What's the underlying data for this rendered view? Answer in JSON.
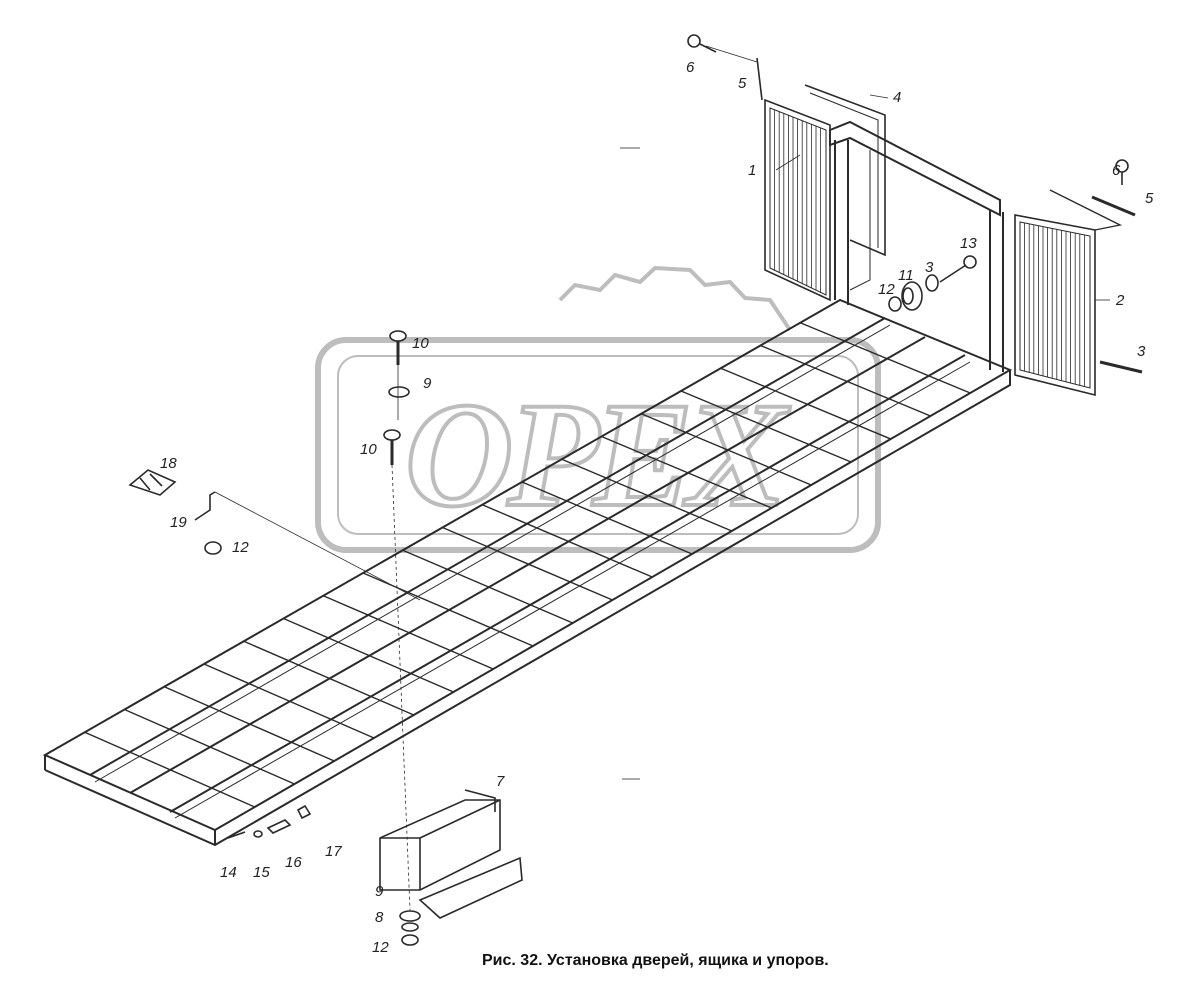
{
  "caption": "Рис. 32. Установка дверей, ящика и упоров.",
  "watermark": {
    "text": "OPEX",
    "color": "#bdbdbd"
  },
  "line_color": "#2a2a2a",
  "callouts": [
    {
      "id": "c1",
      "text": "1"
    },
    {
      "id": "c2",
      "text": "2"
    },
    {
      "id": "c3a",
      "text": "3"
    },
    {
      "id": "c3b",
      "text": "3"
    },
    {
      "id": "c4",
      "text": "4"
    },
    {
      "id": "c5a",
      "text": "5"
    },
    {
      "id": "c5b",
      "text": "5"
    },
    {
      "id": "c6a",
      "text": "6"
    },
    {
      "id": "c6b",
      "text": "6"
    },
    {
      "id": "c7",
      "text": "7"
    },
    {
      "id": "c8",
      "text": "8"
    },
    {
      "id": "c9a",
      "text": "9"
    },
    {
      "id": "c9b",
      "text": "9"
    },
    {
      "id": "c10a",
      "text": "10"
    },
    {
      "id": "c10b",
      "text": "10"
    },
    {
      "id": "c11",
      "text": "11"
    },
    {
      "id": "c12a",
      "text": "12"
    },
    {
      "id": "c12b",
      "text": "12"
    },
    {
      "id": "c12c",
      "text": "12"
    },
    {
      "id": "c13",
      "text": "13"
    },
    {
      "id": "c14",
      "text": "14"
    },
    {
      "id": "c15",
      "text": "15"
    },
    {
      "id": "c16",
      "text": "16"
    },
    {
      "id": "c17",
      "text": "17"
    },
    {
      "id": "c18",
      "text": "18"
    },
    {
      "id": "c19",
      "text": "19"
    }
  ]
}
